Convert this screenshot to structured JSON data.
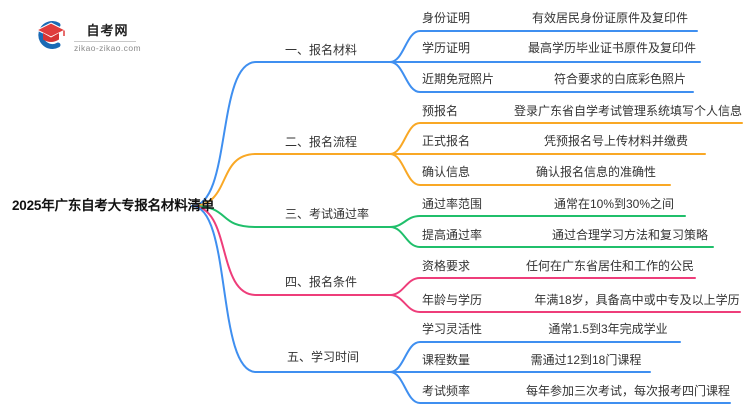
{
  "logo": {
    "site_name": "自考网",
    "domain": "zikao-zikao.com"
  },
  "root": {
    "title": "2025年广东自考大专报名材料清单"
  },
  "colors": {
    "branch_blue": "#3f8ff0",
    "branch_orange": "#f9a825",
    "branch_green": "#20bf6b",
    "branch_pink": "#ee3d7a",
    "logo_blue": "#1a6ab5",
    "logo_red": "#e03c3c",
    "text": "#333333"
  },
  "branches": [
    {
      "label": "一、报名材料",
      "color": "#3f8ff0",
      "children": [
        {
          "label": "身份证明",
          "desc": "有效居民身份证原件及复印件"
        },
        {
          "label": "学历证明",
          "desc": "最高学历毕业证书原件及复印件"
        },
        {
          "label": "近期免冠照片",
          "desc": "符合要求的白底彩色照片"
        }
      ]
    },
    {
      "label": "二、报名流程",
      "color": "#f9a825",
      "children": [
        {
          "label": "预报名",
          "desc": "登录广东省自学考试管理系统填写个人信息"
        },
        {
          "label": "正式报名",
          "desc": "凭预报名号上传材料并缴费"
        },
        {
          "label": "确认信息",
          "desc": "确认报名信息的准确性"
        }
      ]
    },
    {
      "label": "三、考试通过率",
      "color": "#20bf6b",
      "children": [
        {
          "label": "通过率范围",
          "desc": "通常在10%到30%之间"
        },
        {
          "label": "提高通过率",
          "desc": "通过合理学习方法和复习策略"
        }
      ]
    },
    {
      "label": "四、报名条件",
      "color": "#ee3d7a",
      "children": [
        {
          "label": "资格要求",
          "desc": "任何在广东省居住和工作的公民"
        },
        {
          "label": "年龄与学历",
          "desc": "年满18岁，具备高中或中专及以上学历"
        }
      ]
    },
    {
      "label": "五、学习时间",
      "color": "#3f8ff0",
      "children": [
        {
          "label": "学习灵活性",
          "desc": "通常1.5到3年完成学业"
        },
        {
          "label": "课程数量",
          "desc": "需通过12到18门课程"
        },
        {
          "label": "考试频率",
          "desc": "每年参加三次考试，每次报考四门课程"
        }
      ]
    }
  ]
}
